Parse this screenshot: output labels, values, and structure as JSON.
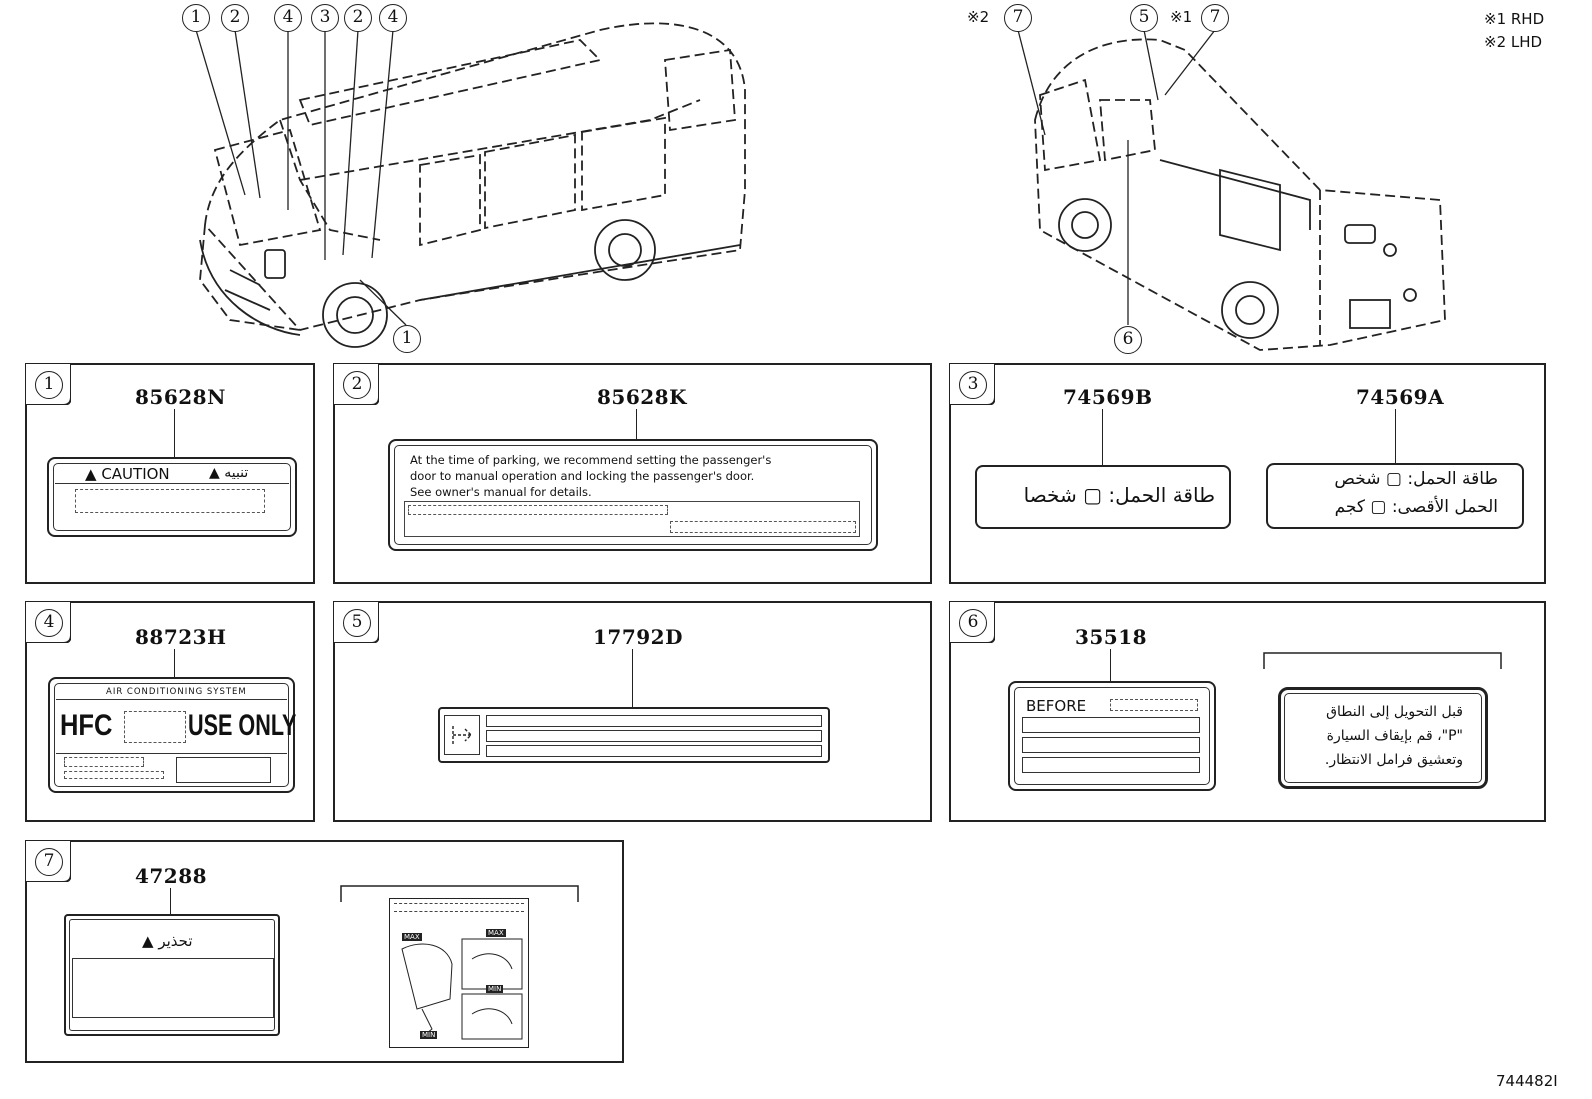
{
  "legend": {
    "rhd": "※1 RHD",
    "lhd": "※2 LHD"
  },
  "diagram_id": "744482I",
  "callouts_left": [
    "1",
    "2",
    "4",
    "3",
    "2",
    "4",
    "1"
  ],
  "callouts_right": {
    "c1_mark": "※2",
    "c1_num": "7",
    "c2_num": "5",
    "c3_mark": "※1",
    "c3_num": "7",
    "c4_num": "6"
  },
  "panels": {
    "p1": {
      "num": "1",
      "part": "85628N",
      "caution": "CAUTION",
      "caution_ar": "تنبيه"
    },
    "p2": {
      "num": "2",
      "part": "85628K",
      "line1": "At the time of parking, we recommend setting the passenger's",
      "line2": "door to manual operation and locking the passenger's door.",
      "line3": "See owner's manual for details."
    },
    "p3": {
      "num": "3",
      "partA": "74569B",
      "partB": "74569A",
      "labelA": "طاقة الحمل: ▢ شخصا",
      "labelB1": "طاقة الحمل: ▢ شخص",
      "labelB2": "الحمل الأقصى: ▢ كجم"
    },
    "p4": {
      "num": "4",
      "part": "88723H",
      "header": "AIR CONDITIONING SYSTEM",
      "hfc": "HFC",
      "use_only": "USE ONLY"
    },
    "p5": {
      "num": "5",
      "part": "17792D"
    },
    "p6": {
      "num": "6",
      "part": "35518",
      "before": "BEFORE",
      "ar1": "قبل التحويل إلى النطاق",
      "ar2": "\"P\"، قم بإيقاف السيارة",
      "ar3": "وتعشيق فرامل الانتظار."
    },
    "p7": {
      "num": "7",
      "part": "47288",
      "warn_ar": "تحذير",
      "max": "MAX",
      "min": "MIN"
    }
  }
}
